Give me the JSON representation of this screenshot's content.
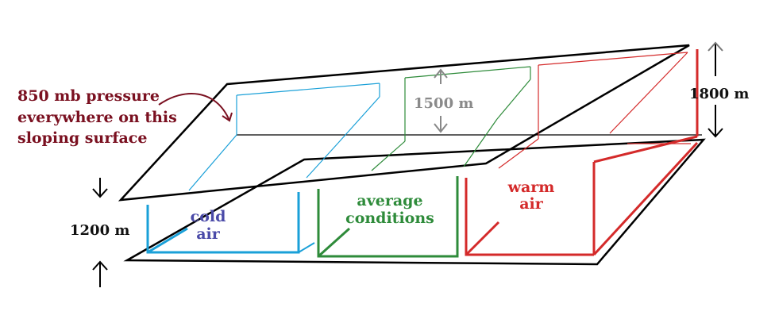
{
  "annotation": {
    "line1": "850 mb pressure",
    "line2": "everywhere on this",
    "line3": "sloping surface",
    "color": "#7a1020"
  },
  "heights": {
    "cold": "1200 m",
    "average": "1500 m",
    "warm": "1800 m"
  },
  "columns": {
    "cold": {
      "line1": "cold",
      "line2": "air",
      "text_color": "#4a4aa8",
      "line_color": "#1aa0d8"
    },
    "average": {
      "line1": "average",
      "line2": "conditions",
      "text_color": "#2e8b3a",
      "line_color": "#2e8b3a"
    },
    "warm": {
      "line1": "warm",
      "line2": "air",
      "text_color": "#d42a2a",
      "line_color": "#d42a2a"
    }
  }
}
